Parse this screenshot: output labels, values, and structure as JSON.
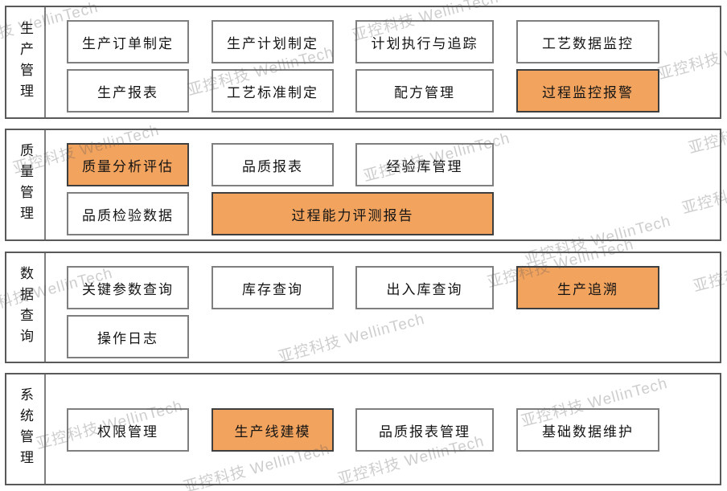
{
  "colors": {
    "highlight_orange": "#F2A35E",
    "highlight_border": "#3F3F3F",
    "box_border_gray": "#7F7F7F",
    "panel_border_gray": "#595959",
    "watermark_gray": "#D4D4D4"
  },
  "watermark": {
    "text": "亚控科技 WellinTech"
  },
  "sections": [
    {
      "label": "生产管理",
      "boxes": [
        {
          "label": "生产订单制定",
          "highlighted": false
        },
        {
          "label": "生产计划制定",
          "highlighted": false
        },
        {
          "label": "计划执行与追踪",
          "highlighted": false
        },
        {
          "label": "工艺数据监控",
          "highlighted": false
        },
        {
          "label": "生产报表",
          "highlighted": false
        },
        {
          "label": "工艺标准制定",
          "highlighted": false
        },
        {
          "label": "配方管理",
          "highlighted": false
        },
        {
          "label": "过程监控报警",
          "highlighted": true
        }
      ]
    },
    {
      "label": "质量管理",
      "boxes": [
        {
          "label": "质量分析评估",
          "highlighted": true
        },
        {
          "label": "品质报表",
          "highlighted": false
        },
        {
          "label": "经验库管理",
          "highlighted": false
        },
        {
          "label": "品质检验数据",
          "highlighted": false
        },
        {
          "label": "过程能力评测报告",
          "highlighted": true
        }
      ]
    },
    {
      "label": "数据查询",
      "boxes": [
        {
          "label": "关键参数查询",
          "highlighted": false
        },
        {
          "label": "库存查询",
          "highlighted": false
        },
        {
          "label": "出入库查询",
          "highlighted": false
        },
        {
          "label": "生产追溯",
          "highlighted": true
        },
        {
          "label": "操作日志",
          "highlighted": false
        }
      ]
    },
    {
      "label": "系统管理",
      "boxes": [
        {
          "label": "权限管理",
          "highlighted": false
        },
        {
          "label": "生产线建模",
          "highlighted": true
        },
        {
          "label": "品质报表管理",
          "highlighted": false
        },
        {
          "label": "基础数据维护",
          "highlighted": false
        }
      ]
    }
  ]
}
